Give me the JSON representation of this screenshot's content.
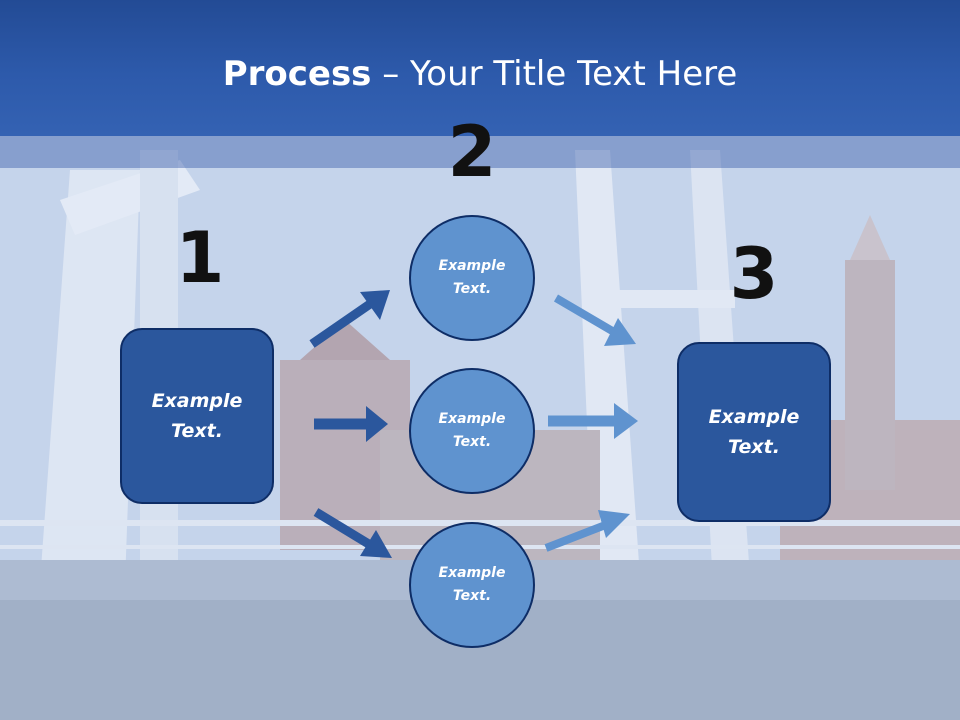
{
  "slide": {
    "title_bold": "Process",
    "title_rest": " – Your Title Text Here",
    "steps": [
      {
        "number": "1"
      },
      {
        "number": "2"
      },
      {
        "number": "3"
      }
    ],
    "left_box": {
      "text": "Example\nText."
    },
    "circles": [
      {
        "text": "Example\nText."
      },
      {
        "text": "Example\nText."
      },
      {
        "text": "Example\nText."
      }
    ],
    "right_box": {
      "text": "Example\nText."
    }
  },
  "colors": {
    "title_bar": "#2d5aab",
    "box_fill": "#2b579d",
    "circle_fill": "#5f93cf",
    "arrow_dark": "#2b579d",
    "arrow_light": "#5f93cf",
    "outline": "#0e2d66"
  }
}
